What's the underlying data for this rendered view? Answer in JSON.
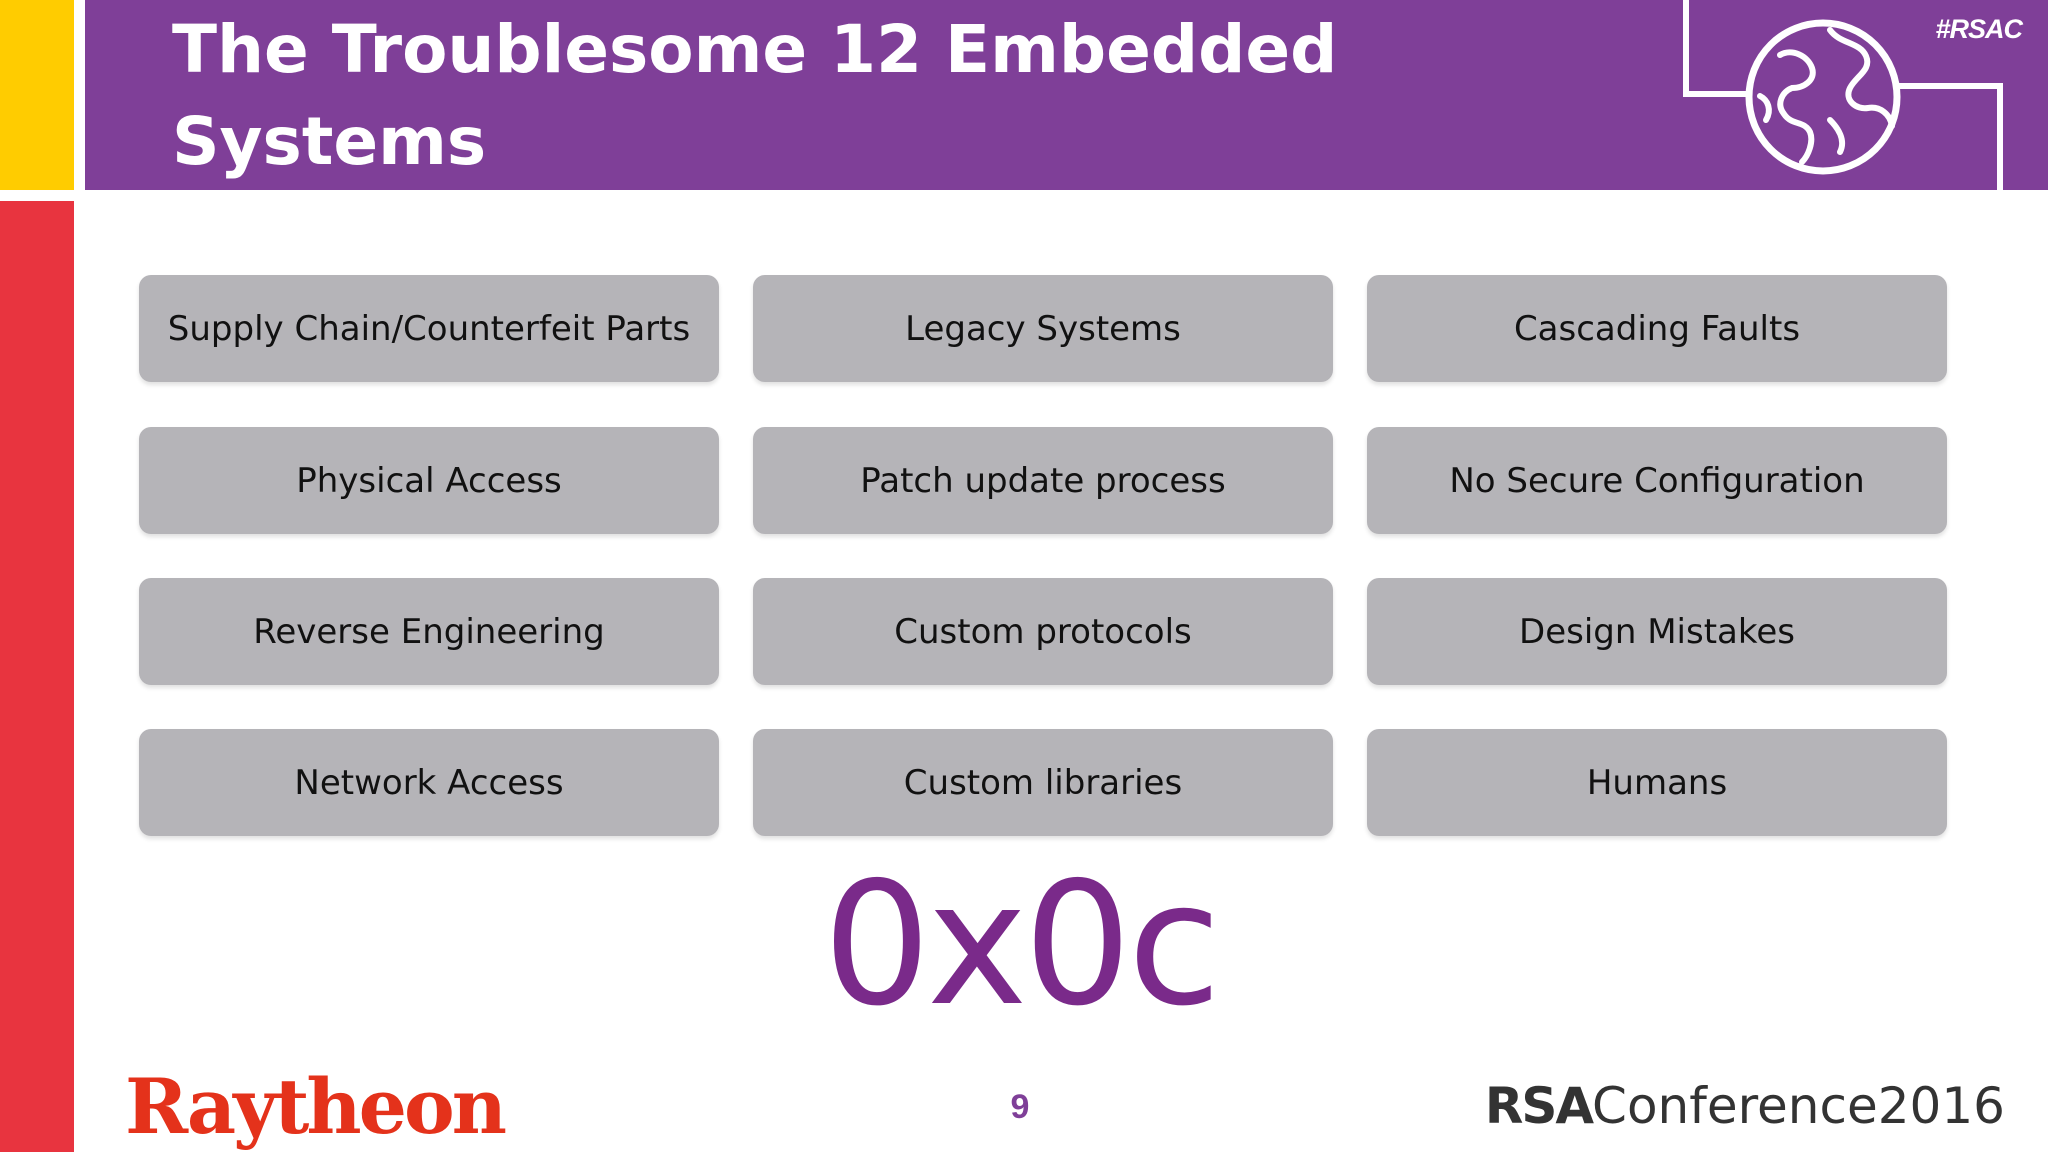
{
  "slide": {
    "title_lines": [
      "The Troublesome 12 Embedded Systems",
      "Cybersecurity Threats"
    ],
    "hashtag": "#RSAC",
    "counter": "0x0c",
    "page_number": "9"
  },
  "threats": [
    "Supply Chain/Counterfeit Parts",
    "Legacy Systems",
    "Cascading Faults",
    "Physical Access",
    "Patch update process",
    "No Secure Configuration",
    "Reverse Engineering",
    "Custom protocols",
    "Design Mistakes",
    "Network Access",
    "Custom libraries",
    "Humans"
  ],
  "logos": {
    "left": "Raytheon",
    "right_bold": "RSA",
    "right_regular": "Conference2016"
  },
  "icons": {
    "globe": "globe-icon"
  },
  "colors": {
    "header_purple": "#7f3f98",
    "accent_yellow": "#ffcc00",
    "accent_red": "#e8343f",
    "tile_gray": "#b5b4b8",
    "counter_purple": "#7a2a8a",
    "page_num_purple": "#7f3f98",
    "raytheon_red": "#e4321b"
  }
}
